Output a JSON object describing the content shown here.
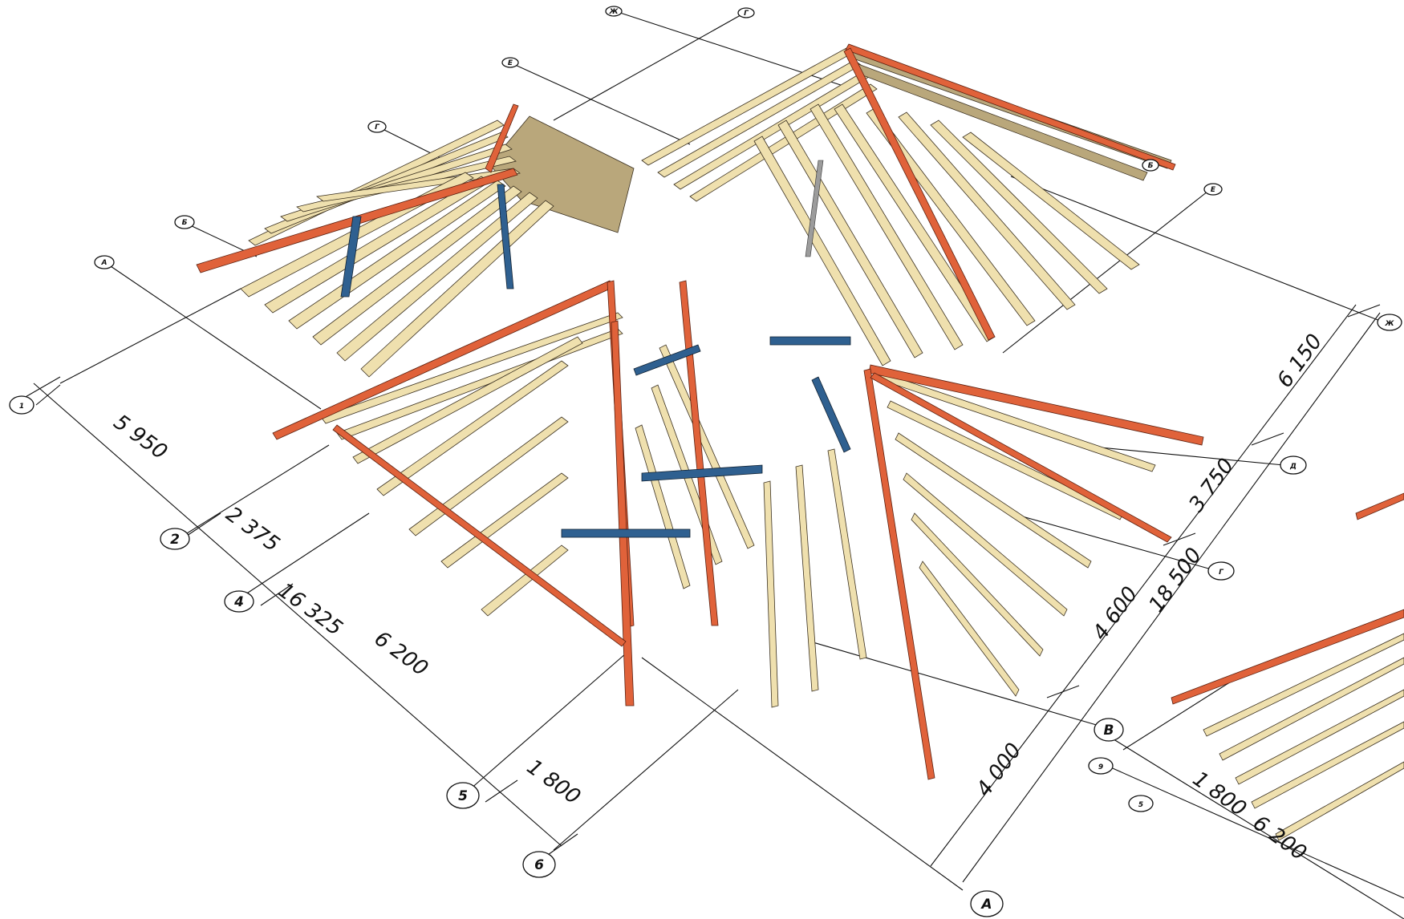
{
  "dimensions": {
    "left_chain": [
      "5 950",
      "2 375",
      "16 325",
      "6 200",
      "1 800"
    ],
    "right_chain": [
      "6 150",
      "3 750",
      "4 600",
      "18 500",
      "4 000"
    ],
    "secondary": [
      "1 800",
      "6 200"
    ]
  },
  "axes": {
    "left": [
      "1",
      "2",
      "4",
      "5",
      "6"
    ],
    "right": [
      "Ж",
      "Д",
      "Г",
      "В",
      "А"
    ],
    "top": [
      "Ж",
      "Г",
      "Е",
      "Г",
      "Б",
      "А"
    ],
    "right_small": [
      "Б",
      "Е"
    ],
    "secondary": [
      "9",
      "5"
    ]
  },
  "colors": {
    "rafter": "#efe0ae",
    "rafter_shade": "#b9a77b",
    "ridge_hip": "#e0623a",
    "brace": "#2f6090",
    "post": "#9c9c9c"
  }
}
